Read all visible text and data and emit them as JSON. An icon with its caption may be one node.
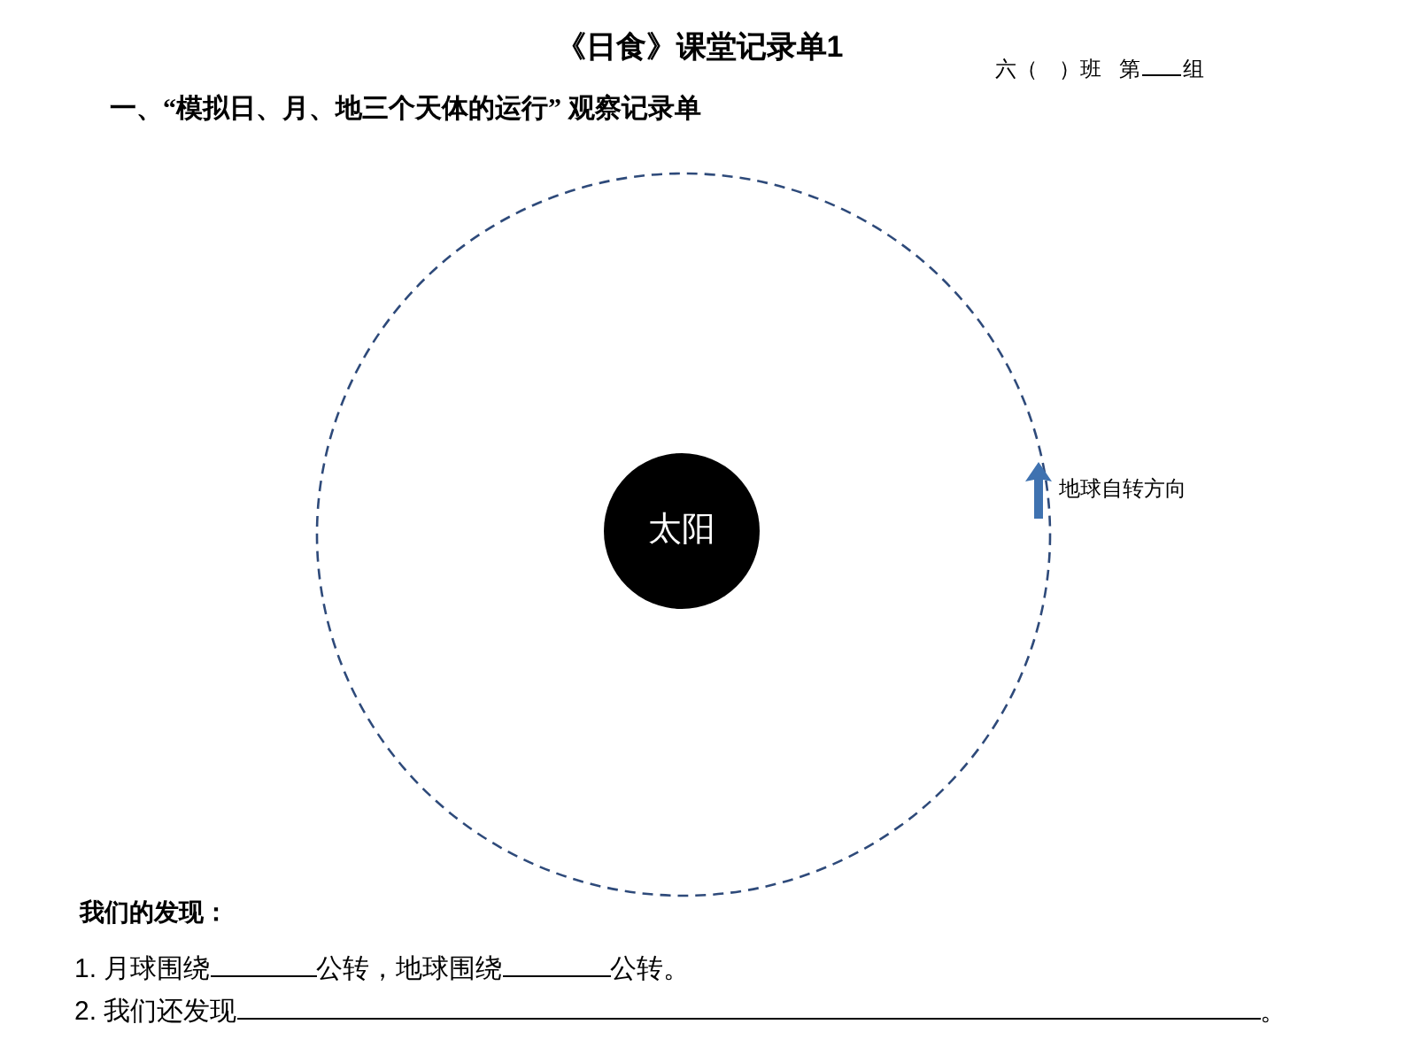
{
  "diagram": {
    "title": "《日食》课堂记录单1",
    "nodes": [
      {
        "text": [
          "太阳"
        ]
      }
    ],
    "labels": [
      "六（　）班",
      "第",
      "组",
      "一、“模拟日、月、地三个天体的运行” 观察记录单",
      "地球自转方向",
      "我们的发现：",
      "1. 月球围绕",
      "公转，地球围绕",
      "公转。",
      "2. 我们还发现",
      "。"
    ]
  }
}
